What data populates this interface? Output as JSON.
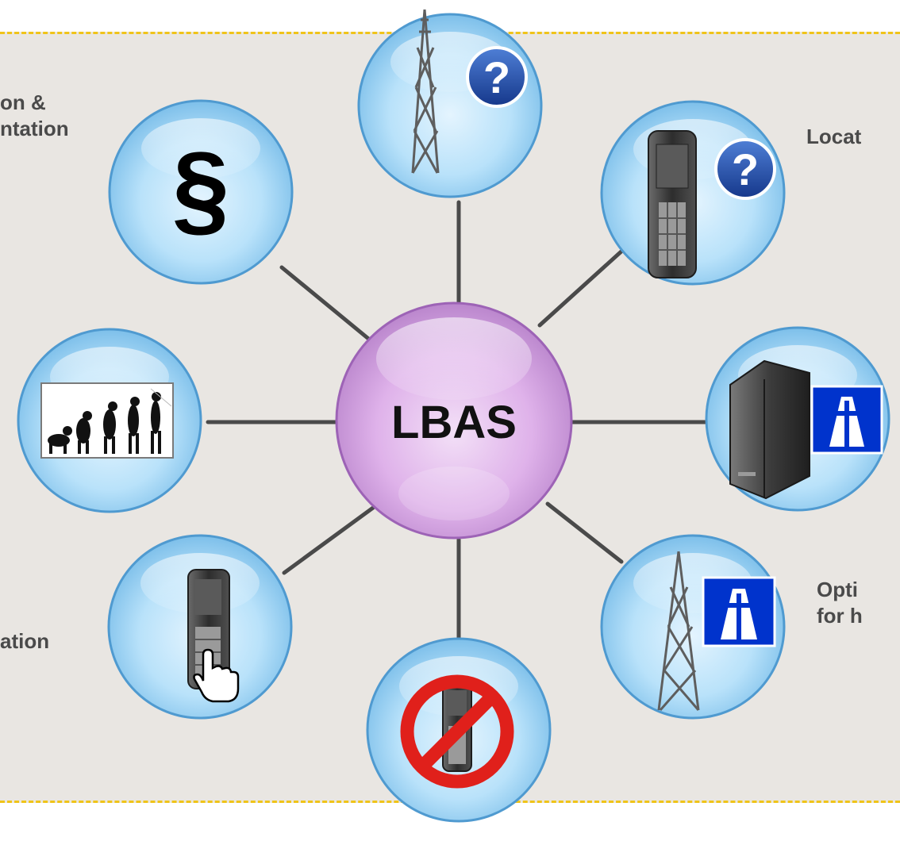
{
  "center": {
    "label": "LBAS"
  },
  "labels": {
    "top_left": "on &\nntation",
    "top_right": "Locat",
    "bottom_left": "ation",
    "bottom_right": "Opti\nfor h"
  },
  "icons": {
    "top": [
      "cell-tower-icon",
      "question-badge-icon"
    ],
    "top_right": [
      "mobile-phone-icon",
      "question-badge-icon"
    ],
    "right": [
      "server-icon",
      "motorway-sign-icon"
    ],
    "bottom_right": [
      "cell-tower-icon",
      "motorway-sign-icon"
    ],
    "bottom": [
      "no-mobile-phone-icon"
    ],
    "bottom_left": [
      "mobile-phone-icon",
      "hand-pointer-icon"
    ],
    "left": [
      "evolution-image-icon"
    ],
    "top_left": [
      "section-sign-icon"
    ]
  },
  "colors": {
    "background": "#e9e6e2",
    "dashed_border": "#f0c419",
    "connector": "#4a4a4a",
    "satellite_bubble": "#9fd4f5",
    "center_bubble": "#d8a6e3",
    "label_text": "#4a4a4a",
    "question_badge": "#1f4aa8",
    "motorway_sign": "#0033cc",
    "prohibition": "#e0201b"
  },
  "section_symbol": "§",
  "question_mark": "?"
}
